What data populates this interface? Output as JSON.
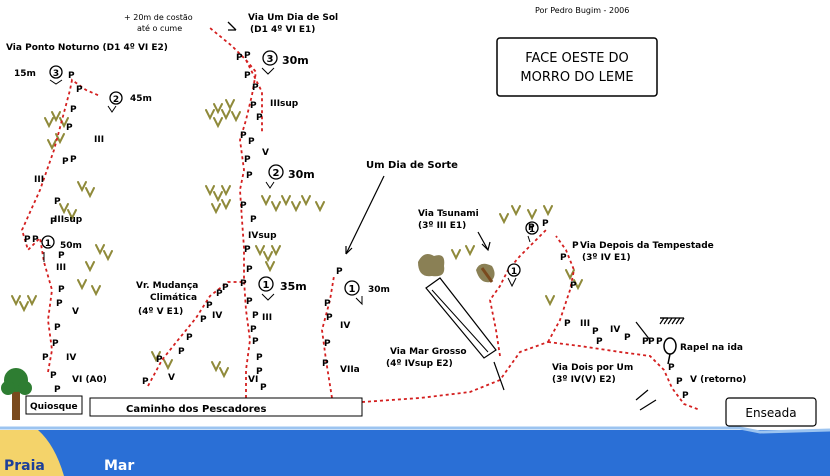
{
  "credit": "Por Pedro Bugim - 2006",
  "title_box": {
    "line1": "FACE OESTE DO",
    "line2": "MORRO DO LEME"
  },
  "note_top": {
    "line1": "+ 20m de costão",
    "line2": "até o cume"
  },
  "routes": {
    "ponto_noturno": {
      "name": "Via Ponto Noturno (D1 4º VI E2)",
      "pitch3_len": "15m",
      "pitch3": "3",
      "pitch2": "2",
      "pitch2_len": "45m",
      "pitch1": "1",
      "pitch1_len": "50m",
      "grades": [
        "III",
        "III",
        "IIIsup",
        "III",
        "V",
        "IV",
        "VI (A0)"
      ]
    },
    "um_dia_de_sol": {
      "name_line1": "Via Um Dia de Sol",
      "name_line2": "(D1 4º VI E1)",
      "pitch3": "3",
      "pitch3_len": "30m",
      "pitch2": "2",
      "pitch2_len": "30m",
      "pitch1": "1",
      "pitch1_len": "35m",
      "grades": [
        "IIIsup",
        "V",
        "IVsup",
        "III",
        "VI"
      ]
    },
    "mudanca_climatica": {
      "name_line1": "Vr. Mudança",
      "name_line2": "Climática",
      "name_line3": "(4º V E1)",
      "grades": [
        "IV",
        "V"
      ]
    },
    "um_dia_de_sorte": {
      "name": "Um Dia de Sorte",
      "pitch1": "1",
      "pitch1_len": "30m",
      "grades": [
        "IV",
        "VIIa"
      ]
    },
    "tsunami": {
      "name_line1": "Via Tsunami",
      "name_line2": "(3º III E1)",
      "pitch1": "1"
    },
    "mar_grosso": {
      "name_line1": "Via Mar Grosso",
      "name_line2": "(4º IVsup E2)"
    },
    "depois_tempestade": {
      "name_line1": "Via Depois da Tempestade",
      "name_line2": "(3º IV E1)",
      "pitch1": "1"
    },
    "dois_por_um": {
      "name_line1": "Via Dois por Um",
      "name_line2": "(3º IV(V) E2)",
      "grades": [
        "III",
        "IV",
        "V (retorno)"
      ]
    }
  },
  "rapel": "Rapel na ida",
  "enseada": "Enseada",
  "quiosque": "Quiosque",
  "caminho": "Caminho dos Pescadores",
  "praia": "Praia",
  "mar": "Mar",
  "protection_label": "P",
  "colors": {
    "route": "#d41f1f",
    "sea": "#2a6fd6",
    "sand": "#f4d36a",
    "vegetation": "#8f8a3a",
    "tree_trunk": "#7a4a1e",
    "tree_top": "#2e7d32"
  }
}
